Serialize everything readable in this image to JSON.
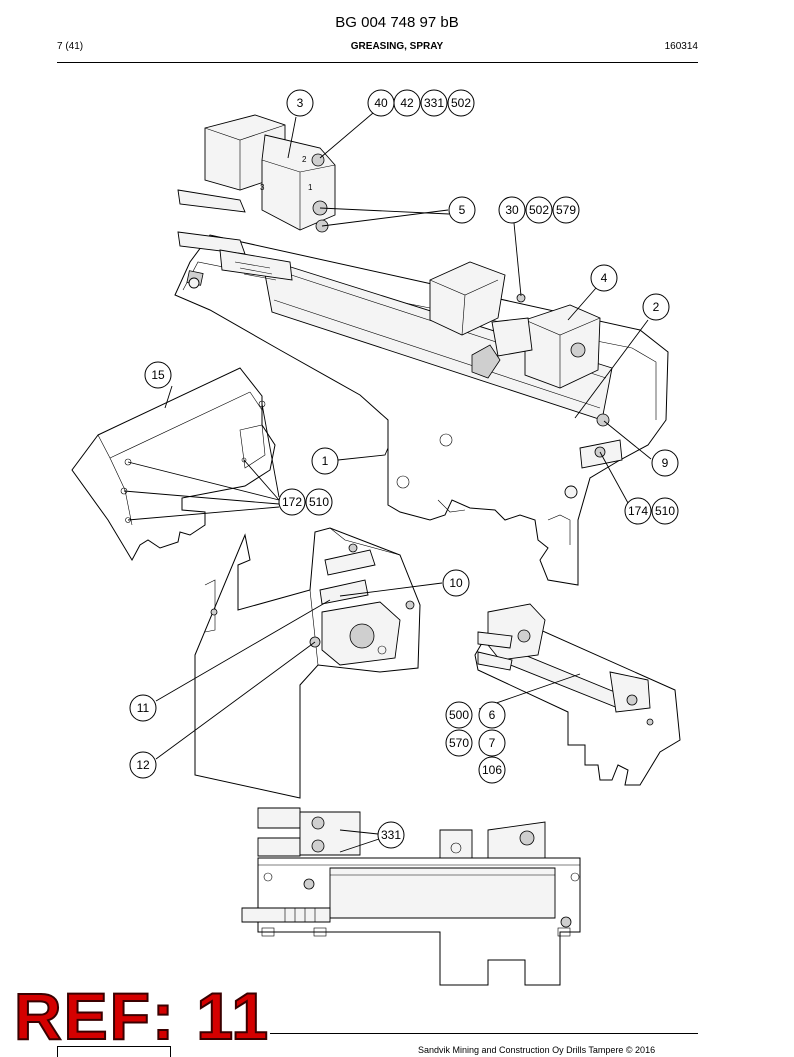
{
  "header": {
    "doc_id": "BG 004 748 97 bB",
    "page": "7 (41)",
    "section": "GREASING, SPRAY",
    "date": "160314"
  },
  "stamp": "REF: 11",
  "footer": {
    "copyright": "Sandvik Mining and Construction Oy Drills Tampere © 2016"
  },
  "callouts": {
    "c3": "3",
    "c40": "40",
    "c42": "42",
    "c331a": "331",
    "c502a": "502",
    "c5": "5",
    "c30": "30",
    "c502b": "502",
    "c579": "579",
    "c4": "4",
    "c2": "2",
    "c15": "15",
    "c1": "1",
    "c9": "9",
    "c172": "172",
    "c510a": "510",
    "c174": "174",
    "c510b": "510",
    "c10": "10",
    "c11": "11",
    "c12": "12",
    "c500": "500",
    "c6": "6",
    "c570": "570",
    "c7": "7",
    "c106": "106",
    "c331b": "331"
  }
}
